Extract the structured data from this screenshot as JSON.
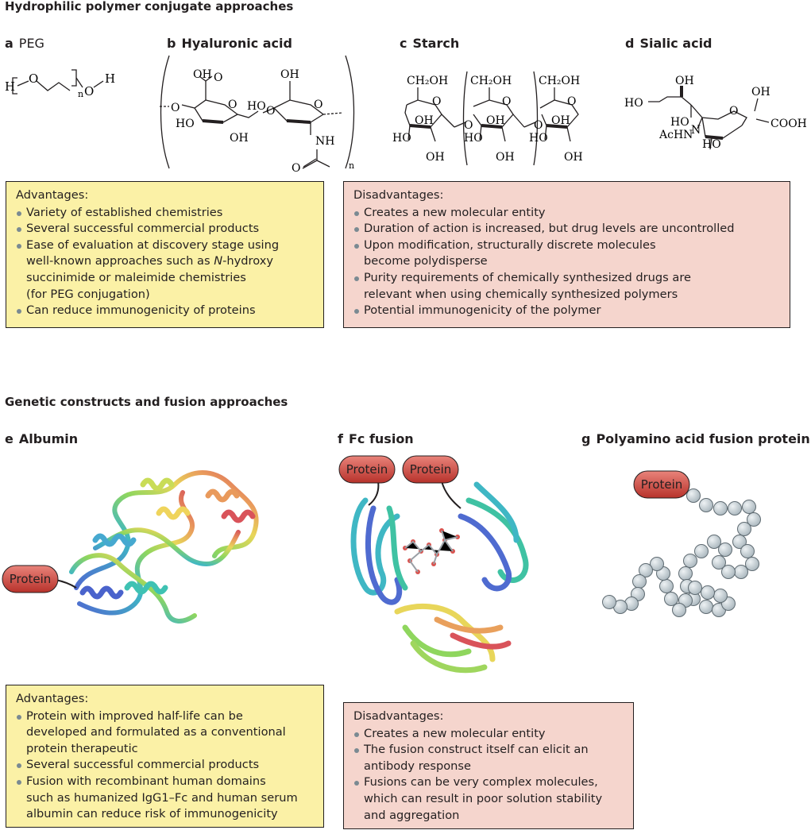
{
  "sections": {
    "hydrophilic_title": "Hydrophilic polymer conjugate approaches",
    "genetic_title": "Genetic constructs and fusion approaches"
  },
  "panels": {
    "a": {
      "letter": "a",
      "name": "PEG"
    },
    "b": {
      "letter": "b",
      "name": "Hyaluronic acid"
    },
    "c": {
      "letter": "c",
      "name": "Starch"
    },
    "d": {
      "letter": "d",
      "name": "Sialic acid"
    },
    "e": {
      "letter": "e",
      "name": "Albumin"
    },
    "f": {
      "letter": "f",
      "name": "Fc fusion"
    },
    "g": {
      "letter": "g",
      "name": "Polyamino acid fusion protein"
    }
  },
  "chemistry": {
    "peg": {
      "h_left": "H",
      "o1": "O",
      "n": "n",
      "o2": "O",
      "h_right": "H"
    },
    "hyaluronic": {
      "oh": "OH",
      "o": "O",
      "ho": "HO",
      "nh": "NH",
      "n": "n"
    },
    "starch": {
      "ch2oh": "CH₂OH",
      "oh": "OH",
      "ho": "HO",
      "o": "O"
    },
    "sialic": {
      "oh": "OH",
      "ho": "HO",
      "ho_dot": "HO",
      "achn": "AcHN",
      "n": "N",
      "o": "O",
      "cooh": "COOH"
    }
  },
  "protein_label": "Protein",
  "boxes": {
    "top_advantages": {
      "heading": "Advantages:",
      "items": [
        "Variety of established chemistries",
        "Several successful commercial products",
        "Ease of evaluation at discovery stage using",
        "well-known approaches such as N-hydroxy",
        "succinimide or maleimide chemistries",
        "(for PEG conjugation)",
        "Can reduce immunogenicity of proteins"
      ]
    },
    "top_disadvantages": {
      "heading": "Disadvantages:",
      "items": [
        "Creates a new molecular entity",
        "Duration of action is increased, but drug levels are uncontrolled",
        "Upon modification, structurally discrete molecules",
        "become polydisperse",
        "Purity requirements of chemically synthesized drugs are",
        "relevant  when using chemically synthesized polymers",
        "Potential immunogenicity of the polymer"
      ]
    },
    "bottom_advantages": {
      "heading": "Advantages:",
      "items": [
        "Protein with improved half-life can be",
        "developed and formulated as a conventional",
        "protein therapeutic",
        "Several successful commercial products",
        "Fusion with recombinant human domains",
        "such as humanized IgG1–Fc and human serum",
        "albumin can reduce risk of immunogenicity"
      ]
    },
    "bottom_disadvantages": {
      "heading": "Disadvantages:",
      "items": [
        "Creates a new molecular entity",
        "The fusion construct itself can elicit an",
        "antibody response",
        "Fusions can be very complex molecules,",
        "which can result in poor solution stability",
        "and aggregation"
      ]
    }
  },
  "colors": {
    "advantages_bg": "#fbf1a6",
    "disadvantages_bg": "#f5d5cd",
    "protein_tag": "#c9463c",
    "bead": "#c8d2d8",
    "text": "#231f20"
  }
}
